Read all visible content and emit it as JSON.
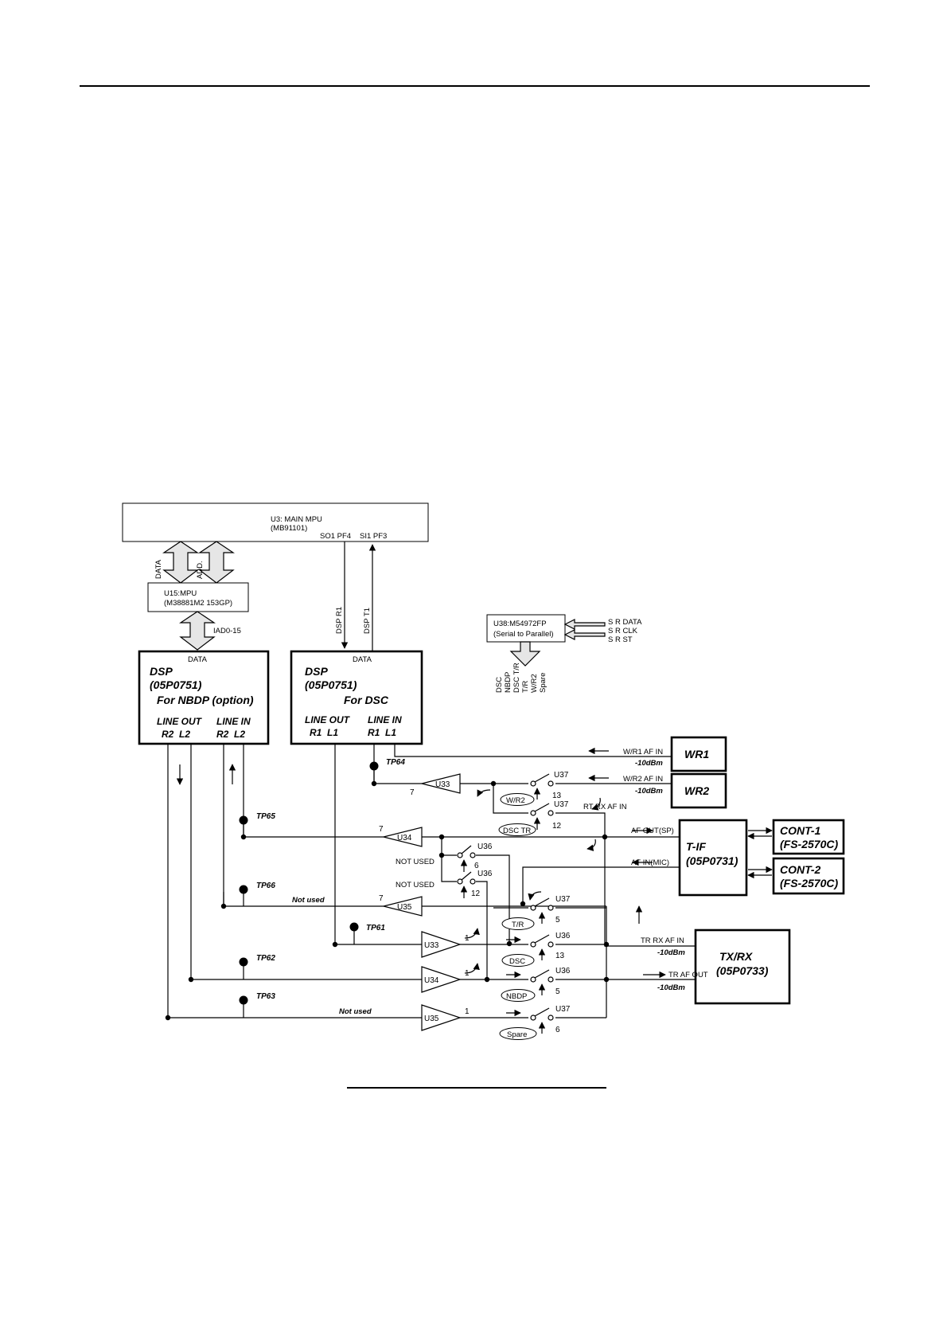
{
  "diagram": {
    "mpu_main": {
      "line1": "U3: MAIN MPU",
      "line2": "(MB91101)",
      "so1": "SO1 PF4",
      "si1": "SI1 PF3"
    },
    "bus_data": "DATA",
    "bus_add": "ADD.",
    "mpu_sub": {
      "line1": "U15:MPU",
      "line2": "(M38881M2 153GP)"
    },
    "iad": "IAD0-15",
    "dsp_r1": "DSP R1",
    "dsp_t1": "DSP T1",
    "sr": {
      "line1": "U38:M54972FP",
      "line2": "(Serial to Parallel)",
      "data": "S R DATA",
      "clk": "S R CLK",
      "st": "S R ST",
      "outputs": [
        "DSC",
        "NBDP",
        "DSC T/R",
        "T/R",
        "W/R2",
        "Spare"
      ]
    },
    "dsp_nbdp": {
      "data": "DATA",
      "title": "DSP",
      "part": "(05P0751)",
      "purpose": "For NBDP (option)",
      "line_out": "LINE OUT",
      "line_in": "LINE IN",
      "out_pins": "R2  L2",
      "in_pins": "R2  L2"
    },
    "dsp_dsc": {
      "data": "DATA",
      "title": "DSP",
      "part": "(05P0751)",
      "purpose": "For DSC",
      "line_out": "LINE OUT",
      "line_in": "LINE IN",
      "out_pins": "R1  L1",
      "in_pins": "R1  L1"
    },
    "wr1": "WR1",
    "wr2": "WR2",
    "wr1_signal": "W/R1 AF IN",
    "wr2_signal": "W/R2 AF IN",
    "level": "-10dBm",
    "rt_rx": "RT RX AF IN",
    "af_out": "AF OUT(SP)",
    "af_in": "AF IN(MIC)",
    "tif": {
      "name": "T-IF",
      "part": "(05P0731)"
    },
    "cont1": {
      "name": "CONT-1",
      "part": "(FS-2570C)"
    },
    "cont2": {
      "name": "CONT-2",
      "part": "(FS-2570C)"
    },
    "txrx": {
      "name": "TX/RX",
      "part": "(05P0733)"
    },
    "tr_rx": "TR RX AF IN",
    "tr_out": "TR AF OUT",
    "not_used": "NOT USED",
    "not_used_small": "Not used",
    "tp": {
      "tp61": "TP61",
      "tp62": "TP62",
      "tp63": "TP63",
      "tp64": "TP64",
      "tp65": "TP65",
      "tp66": "TP66"
    },
    "amps": {
      "u33": "U33",
      "u34": "U34",
      "u35": "U35"
    },
    "switches": {
      "u36": "U36",
      "u37": "U37"
    },
    "pins": {
      "p1": "1",
      "p5": "5",
      "p6": "6",
      "p7": "7",
      "p12": "12",
      "p13": "13"
    },
    "ctrl": {
      "wr2": "W/R2",
      "dsc_tr": "DSC TR",
      "tr": "T/R",
      "dsc": "DSC",
      "nbdp": "NBDP",
      "spare": "Spare"
    }
  }
}
